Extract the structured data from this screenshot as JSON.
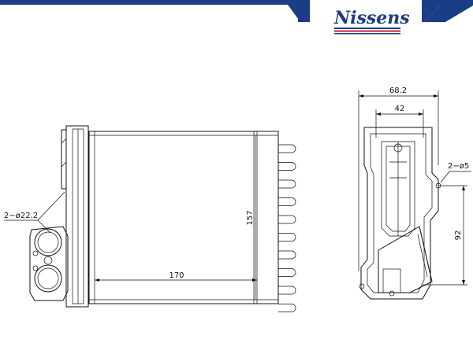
{
  "brand": {
    "logo_text": "Nissens",
    "colors": {
      "primary": "#1b3d86",
      "accent": "#cc1f2d",
      "line": "#111111"
    }
  },
  "dimensions": {
    "tube_diameter": "2−ø22.2",
    "core_height": "157",
    "core_width": "170",
    "overall_depth": "68.2",
    "inner_depth": "42",
    "hole_diameter": "2−ø5",
    "hole_spacing": "92"
  }
}
